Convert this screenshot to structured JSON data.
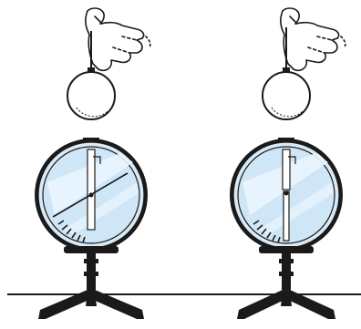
{
  "figure": {
    "description_visible_text": "",
    "apparatus": [
      {
        "id": "left",
        "parts": [
          "hand-icon",
          "metal-sphere",
          "electroscope-case",
          "glass-face",
          "scale-marks",
          "pointer-needle",
          "tripod-stand"
        ],
        "needle_state": "deflected"
      },
      {
        "id": "right",
        "parts": [
          "hand-icon",
          "metal-sphere",
          "electroscope-case",
          "glass-face",
          "scale-marks",
          "pointer-needle",
          "tripod-stand"
        ],
        "needle_state": "vertical"
      }
    ],
    "colors": {
      "outline": "#1a1a1a",
      "glass": "#cfe6f7",
      "glass_highlight": "#eaf5fd",
      "case_ring": "#d9eaf6",
      "stand": "#1a1a1a",
      "background": "#ffffff"
    }
  }
}
